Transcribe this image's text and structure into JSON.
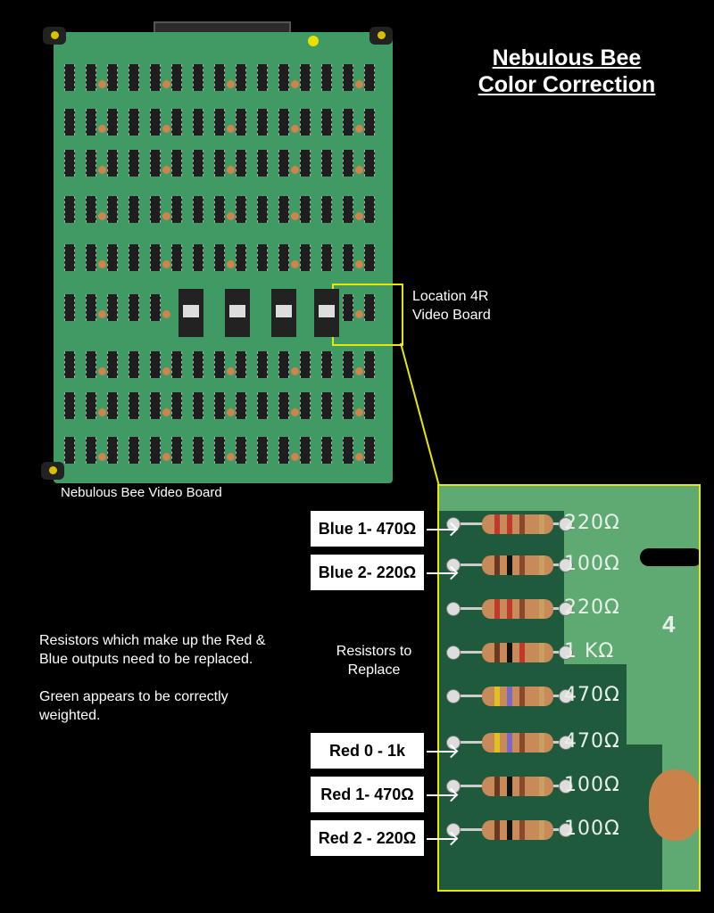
{
  "title": {
    "line1": "Nebulous Bee",
    "line2": "Color Correction"
  },
  "board": {
    "caption": "Nebulous Bee Video Board"
  },
  "location": {
    "line1": "Location 4R",
    "line2": "Video Board"
  },
  "notes": {
    "paragraph1": "Resistors which make up the Red & Blue outputs need to be replaced.",
    "paragraph2": "Green appears to be correctly weighted."
  },
  "inset": {
    "heading_line1": "Resistors to",
    "heading_line2": "Replace",
    "silkscreen": [
      "220Ω",
      "100Ω",
      "220Ω",
      "1 KΩ",
      "470Ω",
      "470Ω",
      "100Ω",
      "100Ω"
    ],
    "board_marking": "4"
  },
  "labels": [
    {
      "text": "Blue 1- 470Ω"
    },
    {
      "text": "Blue 2- 220Ω"
    },
    {
      "text": "Red 0  - 1k"
    },
    {
      "text": "Red 1- 470Ω"
    },
    {
      "text": "Red 2 - 220Ω"
    }
  ],
  "colors": {
    "highlight": "#e8e800",
    "board_green": "#3f9a63"
  }
}
